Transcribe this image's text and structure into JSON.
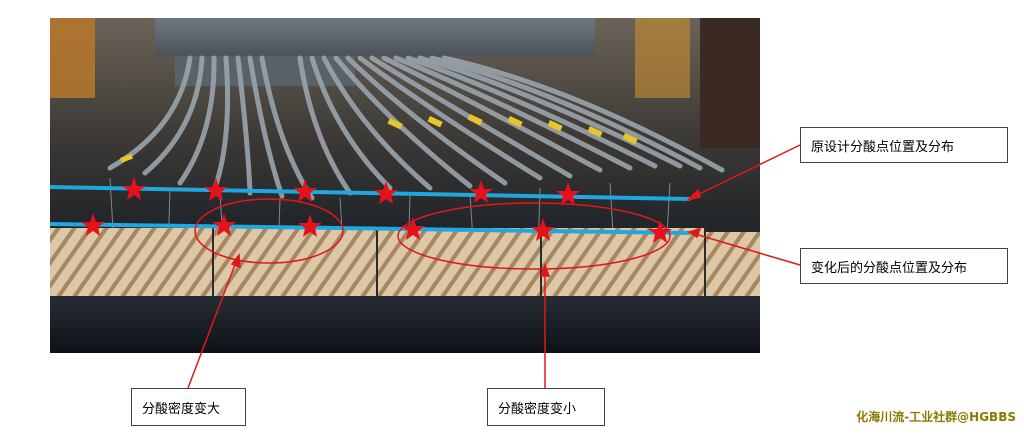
{
  "annotations": {
    "original_label": "原设计分酸点位置及分布",
    "changed_label": "变化后的分酸点位置及分布",
    "density_increase": "分酸密度变大",
    "density_decrease": "分酸密度变小"
  },
  "watermark": "化海川流-工业社群@HGBBS",
  "colors": {
    "line_blue": "#1fa7e0",
    "marker_red": "#e8101a",
    "arrow_red": "#e01818",
    "ellipse_red": "#e01818",
    "trough_tan": "#d8c3a5"
  },
  "icons": {
    "marker": "red-star-icon"
  }
}
